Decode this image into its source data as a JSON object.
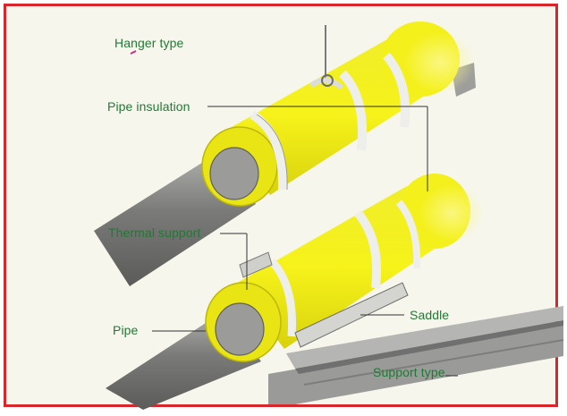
{
  "labels": {
    "hanger_type": "Hanger type",
    "pipe_insulation": "Pipe insulation",
    "thermal_support": "Thermal support",
    "pipe": "Pipe",
    "saddle": "Saddle",
    "support_type": "Support type"
  },
  "colors": {
    "frame_border": "#d9262b",
    "background": "#f6f6ec",
    "insulation_yellow": "#f3ef16",
    "pipe_gray": "#8e8e8c",
    "band_white": "#eeeeea",
    "label_green": "#1f7a34",
    "support_gray": "#8a8a88"
  }
}
